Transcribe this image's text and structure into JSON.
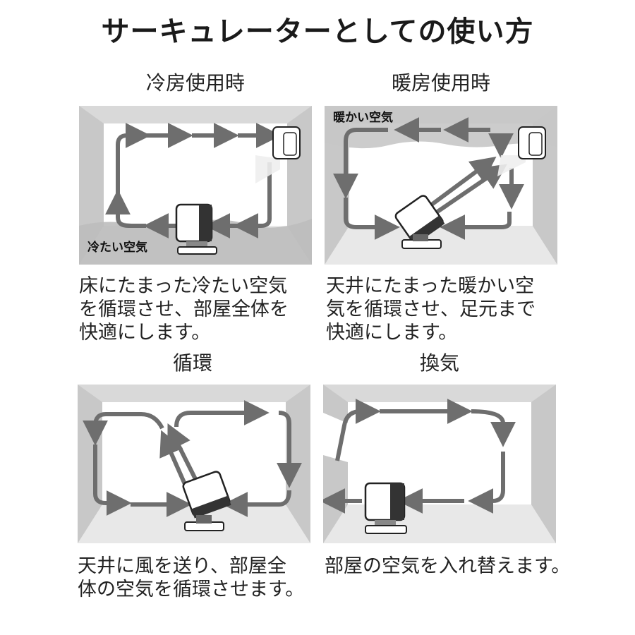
{
  "page": {
    "title": "サーキュレーターとしての使い方"
  },
  "panels": {
    "cooling": {
      "heading": "冷房使用時",
      "overlay_label": "冷たい空気",
      "description": [
        "床にたまった冷たい空気",
        "を循環させ、部屋全体を",
        "快適にします。"
      ]
    },
    "heating": {
      "heading": "暖房使用時",
      "overlay_label": "暖かい空気",
      "description": [
        "天井にたまった暖かい空",
        "気を循環させ、足元まで",
        "快適にします。"
      ]
    },
    "circulation": {
      "heading": "循環",
      "description": [
        "天井に風を送り、部屋全",
        "体の空気を循環させます。"
      ]
    },
    "ventilation": {
      "heading": "換気",
      "description": [
        "部屋の空気を入れ替えます。"
      ]
    }
  },
  "colors": {
    "arrow": "#6e6e6e",
    "wall": "#d4d4d4",
    "floor": "#e9e9e9",
    "cold_air": "#bdbdbd",
    "warm_air": "#c6c6c6"
  },
  "icons": [
    "circulator-icon",
    "air-conditioner-icon",
    "arrow-icon"
  ]
}
